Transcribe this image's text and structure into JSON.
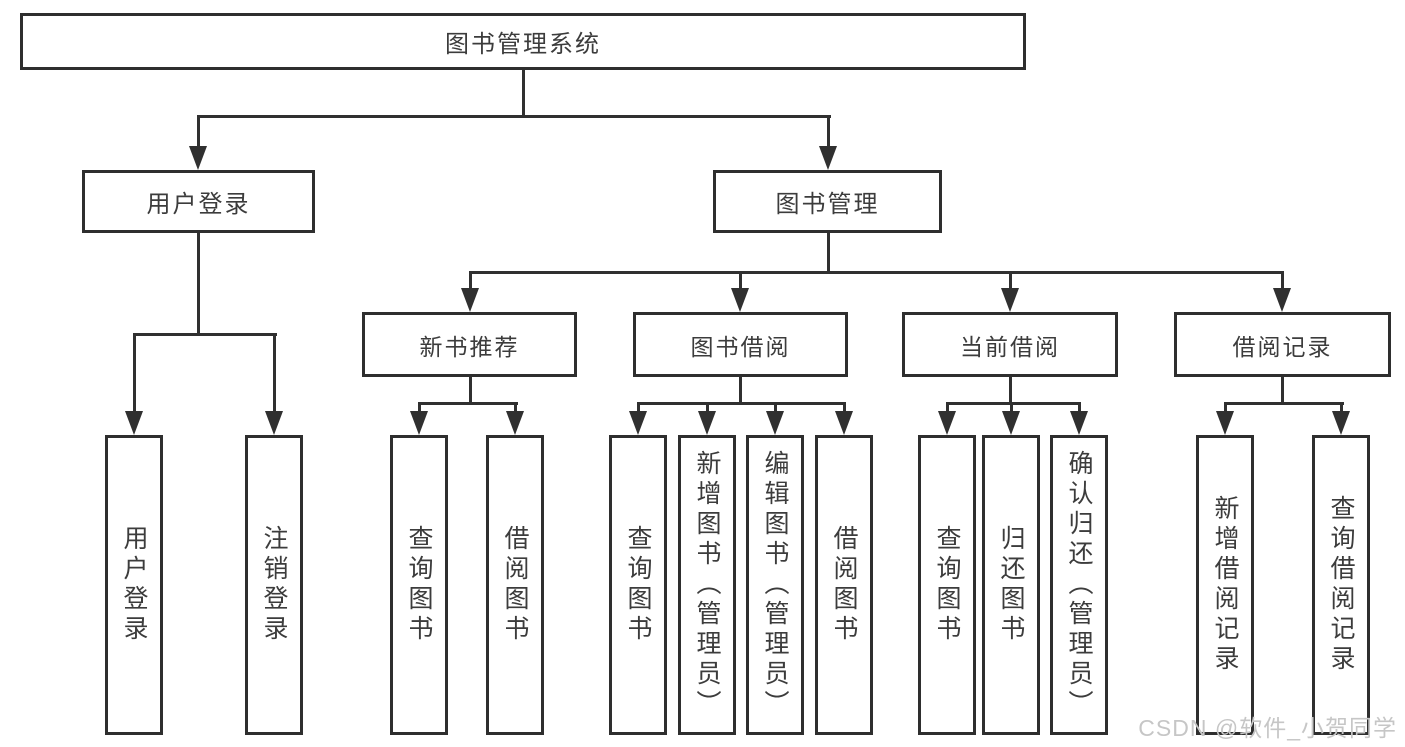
{
  "tree": {
    "label": "图书管理系统",
    "children": [
      {
        "label": "用户登录",
        "children": [
          {
            "label": "用户登录"
          },
          {
            "label": "注销登录"
          }
        ]
      },
      {
        "label": "图书管理",
        "children": [
          {
            "label": "新书推荐",
            "children": [
              {
                "label": "查询图书"
              },
              {
                "label": "借阅图书"
              }
            ]
          },
          {
            "label": "图书借阅",
            "children": [
              {
                "label": "查询图书"
              },
              {
                "label": "新增图书（管理员）"
              },
              {
                "label": "编辑图书（管理员）"
              },
              {
                "label": "借阅图书"
              }
            ]
          },
          {
            "label": "当前借阅",
            "children": [
              {
                "label": "查询图书"
              },
              {
                "label": "归还图书"
              },
              {
                "label": "确认归还（管理员）"
              }
            ]
          },
          {
            "label": "借阅记录",
            "children": [
              {
                "label": "新增借阅记录"
              },
              {
                "label": "查询借阅记录"
              }
            ]
          }
        ]
      }
    ]
  },
  "watermark": {
    "text": "CSDN @软件_小贺同学"
  },
  "colors": {
    "line": "#303030",
    "box_border": "#2e2e2e",
    "text": "#3c3c3c",
    "watermark": "#c6c6c6",
    "background": "#ffffff"
  }
}
